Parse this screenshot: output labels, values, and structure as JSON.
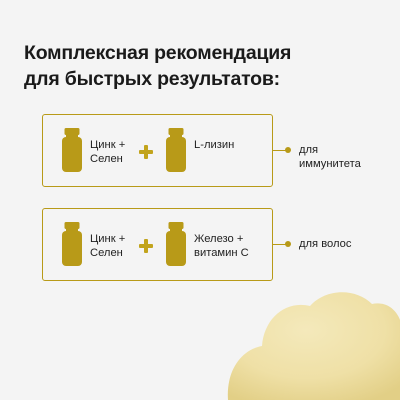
{
  "title": {
    "line1": "Комплексная рекомендация",
    "line2": "для быстрых результатов:"
  },
  "combos": [
    {
      "product_a": {
        "line1": "Цинк +",
        "line2": "Селен"
      },
      "product_b": {
        "line1": "L-лизин",
        "line2": ""
      },
      "result": {
        "line1": "для",
        "line2": "иммунитета"
      }
    },
    {
      "product_a": {
        "line1": "Цинк +",
        "line2": "Селен"
      },
      "product_b": {
        "line1": "Железо +",
        "line2": "витамин С"
      },
      "result": {
        "line1": "для волос",
        "line2": ""
      }
    }
  ],
  "colors": {
    "accent": "#b89a18",
    "jar": "#b89a18",
    "background": "#f4f4f4",
    "blob": "#efe0a6"
  },
  "icons": {
    "jar": "supplement-jar-icon",
    "plus": "plus-icon",
    "dot": "bullet-dot-icon"
  }
}
